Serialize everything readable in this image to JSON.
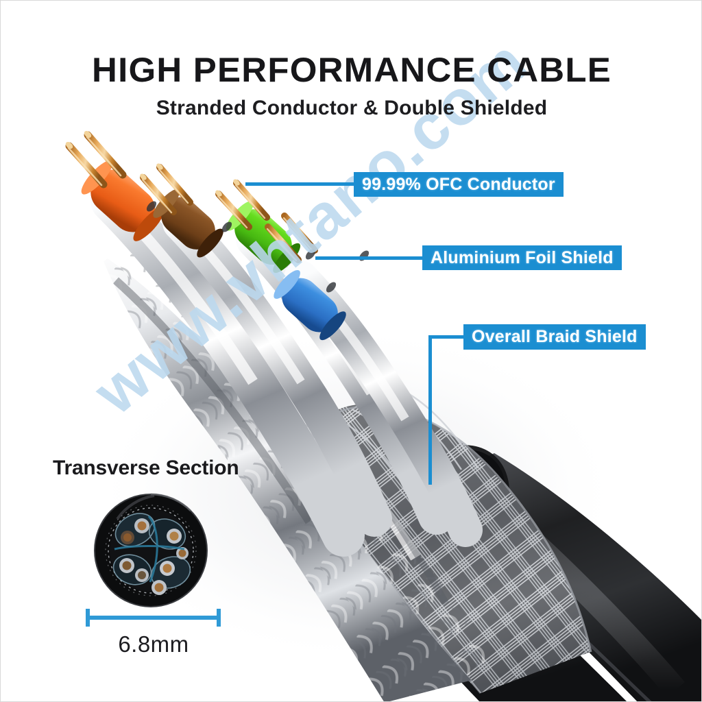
{
  "header": {
    "title": "HIGH PERFORMANCE CABLE",
    "subtitle": "Stranded Conductor & Double Shielded"
  },
  "callouts": [
    {
      "id": "ofc",
      "label": "99.99% OFC Conductor"
    },
    {
      "id": "foil",
      "label": "Aluminium Foil Shield"
    },
    {
      "id": "braid",
      "label": "Overall Braid Shield"
    }
  ],
  "transverse_section": {
    "title": "Transverse Section",
    "dimension": "6.8mm"
  },
  "watermark": {
    "text": "www.vhtano.com"
  },
  "colors": {
    "callout_background": "#1b8ed1",
    "callout_text": "#ffffff",
    "leader_line": "#1b8ed1",
    "dimension_line": "#2f9ad6",
    "heading_text": "#17171a",
    "watermark_text": "#bcd9ef",
    "page_background": "#ffffff",
    "jacket_black": "#2b2b2d",
    "braid_silver": "#c9ccd0",
    "pair_orange": "#f4702a",
    "pair_brown": "#7d4a24",
    "pair_green": "#5ed41e",
    "pair_blue": "#2f7fd8",
    "copper": "#c98a3a"
  }
}
